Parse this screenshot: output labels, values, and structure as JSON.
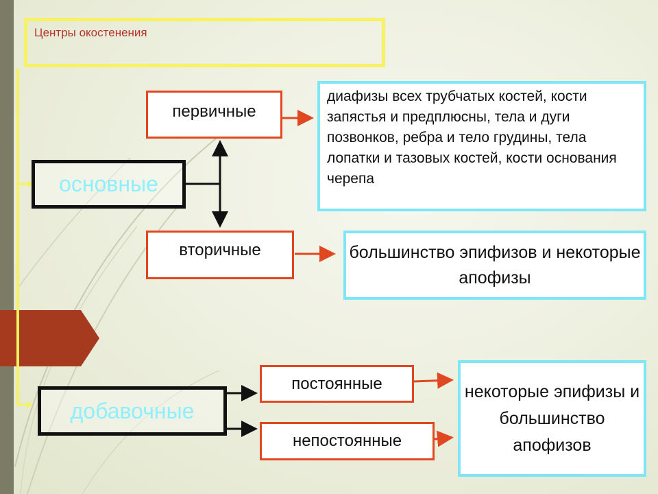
{
  "title": "Центры окостенения",
  "main": {
    "label": "основные"
  },
  "extra": {
    "label": "добавочные"
  },
  "primary": {
    "label": "первичные",
    "desc": "диафизы всех трубчатых костей, кости запястья и предплюсны, тела и дуги позвонков, ребра и тело грудины, тела лопатки и тазовых костей, кости основания черепа"
  },
  "secondary": {
    "label": "вторичные",
    "desc": "большинство эпифизов и некоторые апофизы"
  },
  "permanent": {
    "label": "постоянные"
  },
  "nonpermanent": {
    "label": "непостоянные"
  },
  "extra_desc": "некоторые эпифизы и большинство апофизов",
  "colors": {
    "yellow": "#f7f261",
    "red_border": "#e04822",
    "cyan_border": "#7fe6f7",
    "cyan_text": "#8ef0ff",
    "title_text": "#b5332a",
    "sidebar": "#7c7b66",
    "tab": "#a63a1e"
  }
}
